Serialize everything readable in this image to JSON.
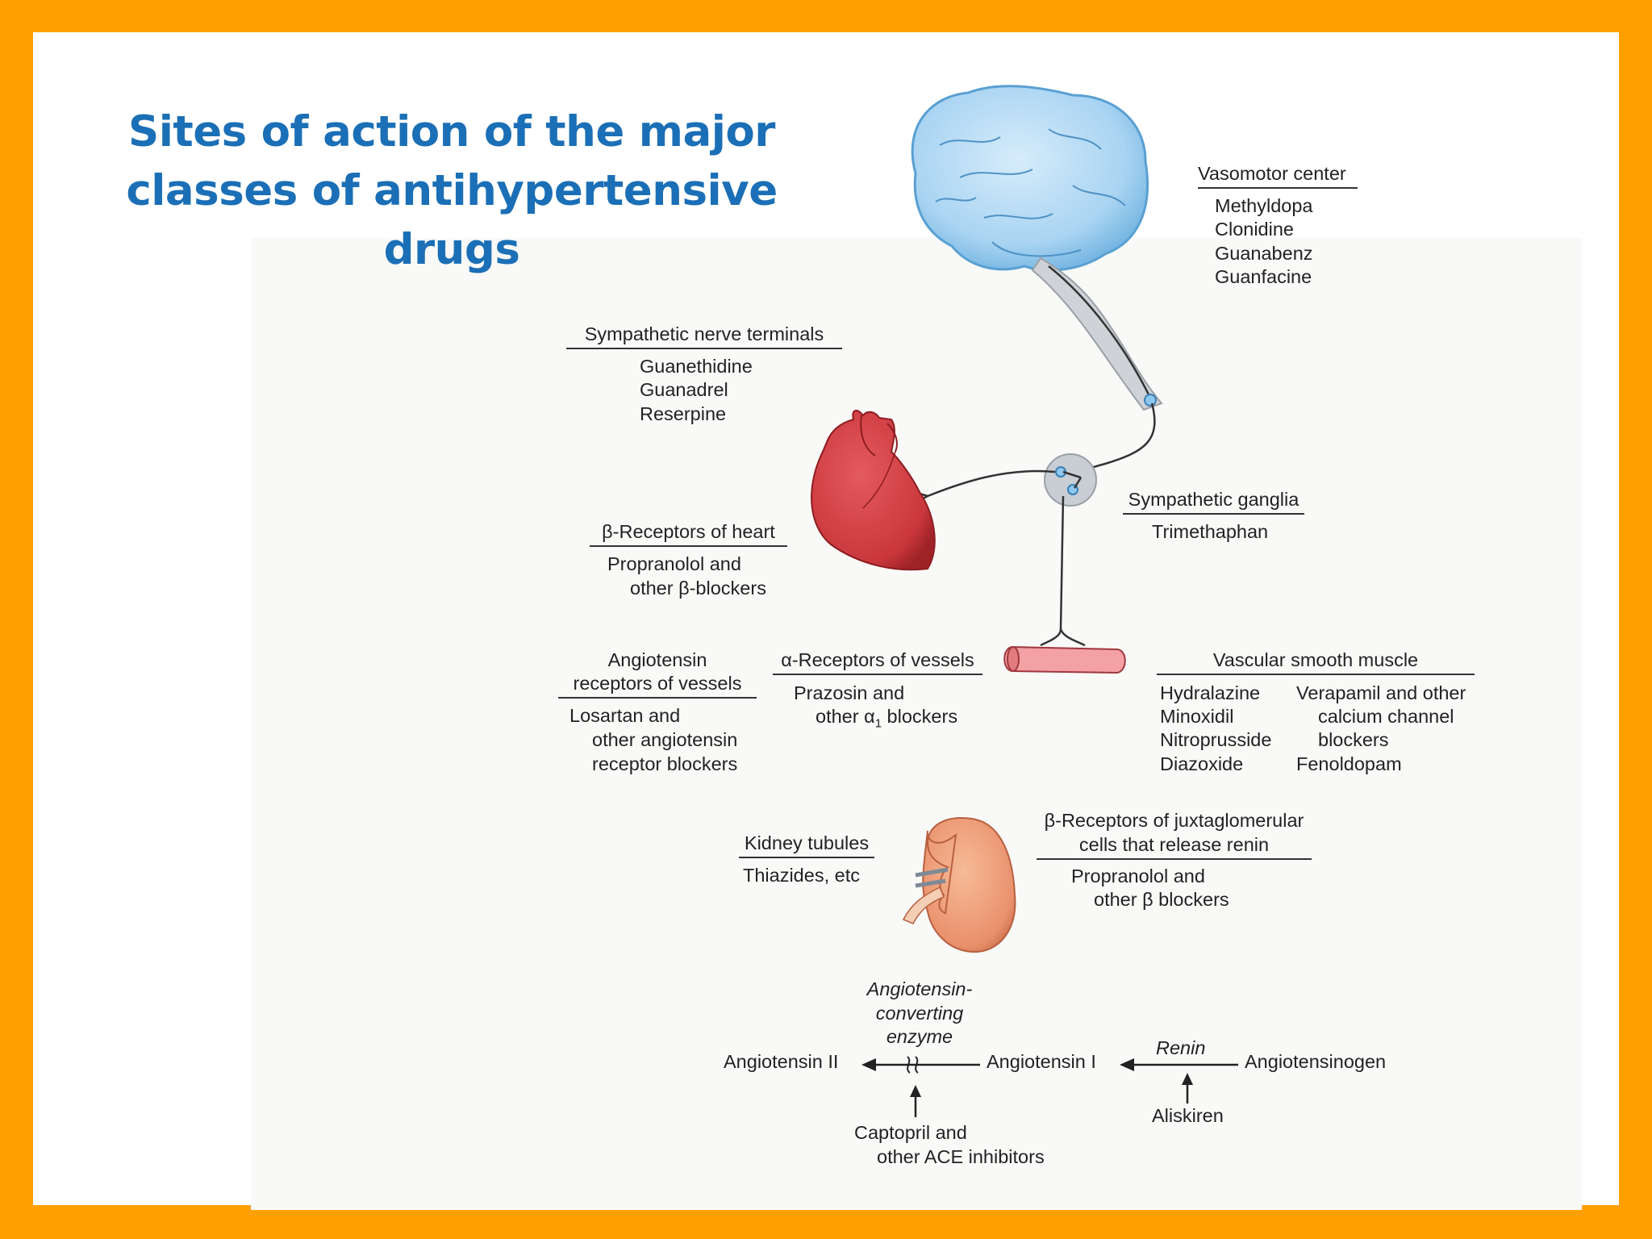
{
  "title": {
    "line1": "Sites of action of the major",
    "line2": "classes of antihypertensive drugs"
  },
  "sites": {
    "vasomotor": {
      "header": "Vasomotor center",
      "drugs": [
        "Methyldopa",
        "Clonidine",
        "Guanabenz",
        "Guanfacine"
      ]
    },
    "nerve_terminals": {
      "header": "Sympathetic nerve terminals",
      "drugs": [
        "Guanethidine",
        "Guanadrel",
        "Reserpine"
      ]
    },
    "ganglia": {
      "header": "Sympathetic ganglia",
      "drugs": [
        "Trimethaphan"
      ]
    },
    "beta_heart": {
      "header": "β-Receptors of heart",
      "drugs": [
        "Propranolol and",
        "other β-blockers"
      ]
    },
    "angiotensin_receptors": {
      "header_line1": "Angiotensin",
      "header_line2": "receptors of vessels",
      "drugs": [
        "Losartan and",
        "other angiotensin",
        "receptor blockers"
      ]
    },
    "alpha_vessels": {
      "header": "α-Receptors of vessels",
      "drug_line1": "Prazosin and",
      "drug_line2_pre": "other α",
      "drug_line2_sub": "1",
      "drug_line2_post": " blockers"
    },
    "vascular_smooth_muscle": {
      "header": "Vascular smooth muscle",
      "col1": [
        "Hydralazine",
        "Minoxidil",
        "Nitroprusside",
        "Diazoxide"
      ],
      "col2": [
        "Verapamil and other",
        "calcium channel",
        "blockers",
        "Fenoldopam"
      ]
    },
    "kidney_tubules": {
      "header": "Kidney tubules",
      "drugs": [
        "Thiazides, etc"
      ]
    },
    "juxtaglomerular": {
      "header_line1": "β-Receptors of juxtaglomerular",
      "header_line2": "cells that release renin",
      "drugs": [
        "Propranolol and",
        "other β blockers"
      ]
    }
  },
  "raas": {
    "ace_label": [
      "Angiotensin-",
      "converting",
      "enzyme"
    ],
    "angiotensin_ii": "Angiotensin II",
    "angiotensin_i": "Angiotensin I",
    "renin": "Renin",
    "angiotensinogen": "Angiotensinogen",
    "aliskiren": "Aliskiren",
    "ace_inhibitors": [
      "Captopril and",
      "other ACE inhibitors"
    ]
  },
  "colors": {
    "frame": "#ffa000",
    "title": "#1b6fb6",
    "brain": "#a9d4f2",
    "heart": "#c9373c",
    "vessel": "#f3a1a5",
    "kidney": "#e9906b"
  }
}
